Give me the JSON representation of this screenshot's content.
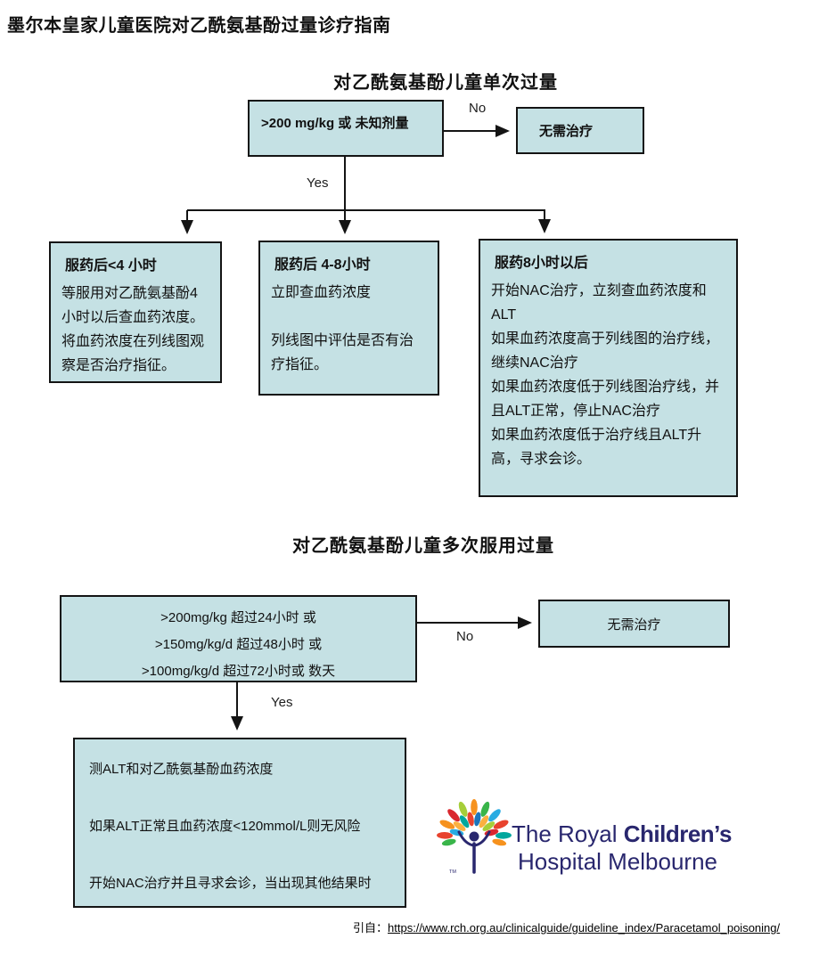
{
  "colors": {
    "box_fill": "#c5e1e4",
    "line": "#141414",
    "navy": "#29276e",
    "text": "#111111"
  },
  "page": {
    "title": "墨尔本皇家儿童医院对乙酰氨基酚过量诊疗指南"
  },
  "section1": {
    "heading": "对乙酰氨基酚儿童单次过量",
    "decision": ">200 mg/kg 或 未知剂量",
    "no_label": "No",
    "yes_label": "Yes",
    "no_result": "无需治疗",
    "branch_lt4h": {
      "title": "服药后<4 小时",
      "body": "等服用对乙酰氨基酚4 小时以后查血药浓度。将血药浓度在列线图观察是否治疗指征。"
    },
    "branch_4_8h": {
      "title": "服药后 4-8小时",
      "p1": "立即查血药浓度",
      "p2": "列线图中评估是否有治疗指征。"
    },
    "branch_gt8h": {
      "title": "服药8小时以后",
      "p1": "开始NAC治疗，立刻查血药浓度和ALT",
      "p2": "如果血药浓度高于列线图的治疗线，继续NAC治疗",
      "p3": "如果血药浓度低于列线图治疗线，并且ALT正常，停止NAC治疗",
      "p4": "如果血药浓度低于治疗线且ALT升高，寻求会诊。"
    }
  },
  "section2": {
    "heading": "对乙酰氨基酚儿童多次服用过量",
    "decision_lines": {
      "l1": ">200mg/kg 超过24小时 或",
      "l2": ">150mg/kg/d 超过48小时 或",
      "l3": ">100mg/kg/d 超过72小时或 数天"
    },
    "no_label": "No",
    "yes_label": "Yes",
    "no_result": "无需治疗",
    "result": {
      "p1": "测ALT和对乙酰氨基酚血药浓度",
      "p2": "如果ALT正常且血药浓度<120mmol/L则无风险",
      "p3": "开始NAC治疗并且寻求会诊，当出现其他结果时"
    }
  },
  "logo": {
    "name_regular": "The Royal ",
    "name_bold": "Children’s",
    "line2": "Hospital Melbourne",
    "tm": "TM",
    "palette": [
      "#e8432e",
      "#d9272e",
      "#f6921e",
      "#fbb040",
      "#a6ce39",
      "#39b54a",
      "#00a79d",
      "#29abe2",
      "#1b75bb"
    ]
  },
  "footer": {
    "prefix": "引自：",
    "url": "https://www.rch.org.au/clinicalguide/guideline_index/Paracetamol_poisoning/"
  }
}
